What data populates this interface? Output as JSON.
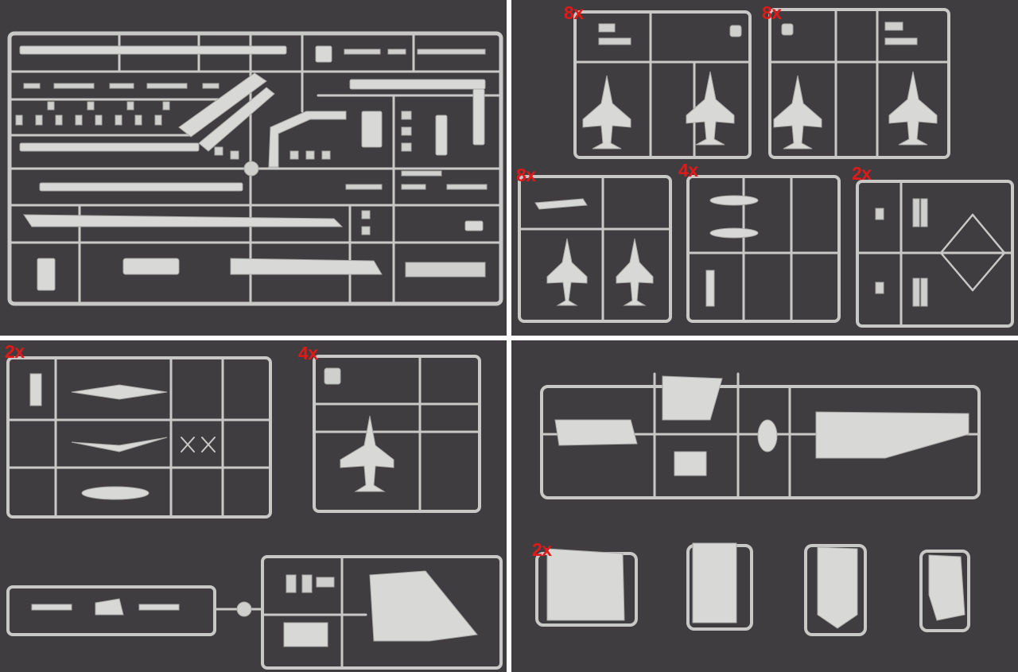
{
  "image": {
    "colors": {
      "background": "#3f3d3f",
      "divider": "#ffffff",
      "plastic": "#c8c8c6",
      "quantity_label": "#e01919"
    }
  },
  "panels": {
    "top_left": {
      "description_items": []
    },
    "top_right": {
      "labels": [
        "8x",
        "8x",
        "8x",
        "4x",
        "2x"
      ]
    },
    "bottom_left": {
      "labels": [
        "2x",
        "4x"
      ]
    },
    "bottom_right": {
      "labels": [
        "2x"
      ]
    }
  }
}
